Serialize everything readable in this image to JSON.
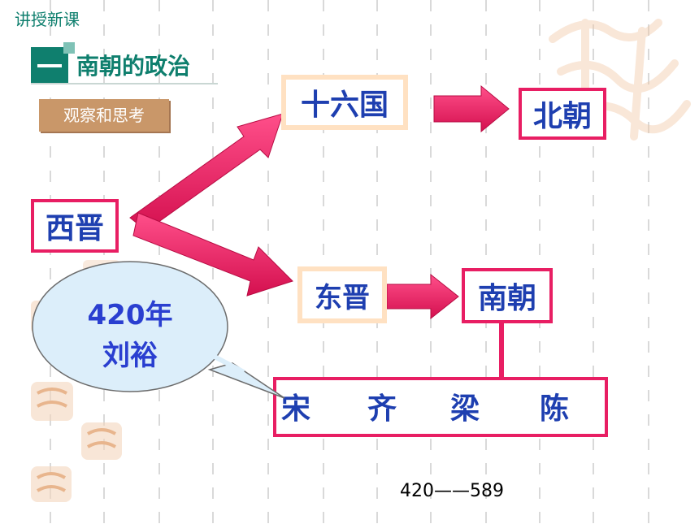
{
  "section_label": "讲授新课",
  "heading": "南朝的政治",
  "observe_label": "观察和思考",
  "nodes": {
    "xijin": "西晋",
    "shiliuguo": "十六国",
    "beichao": "北朝",
    "dongjin": "东晋",
    "nanchao": "南朝"
  },
  "dynasties": [
    "宋",
    "齐",
    "梁",
    "陈"
  ],
  "bubble": {
    "line1": "420年",
    "line2": "刘裕"
  },
  "years": "420——589",
  "colors": {
    "accent_teal": "#0f7f6e",
    "arrow_pink": "#e81e63",
    "text_blue": "#1e3fb0",
    "bubble_fill": "#dceefa"
  }
}
